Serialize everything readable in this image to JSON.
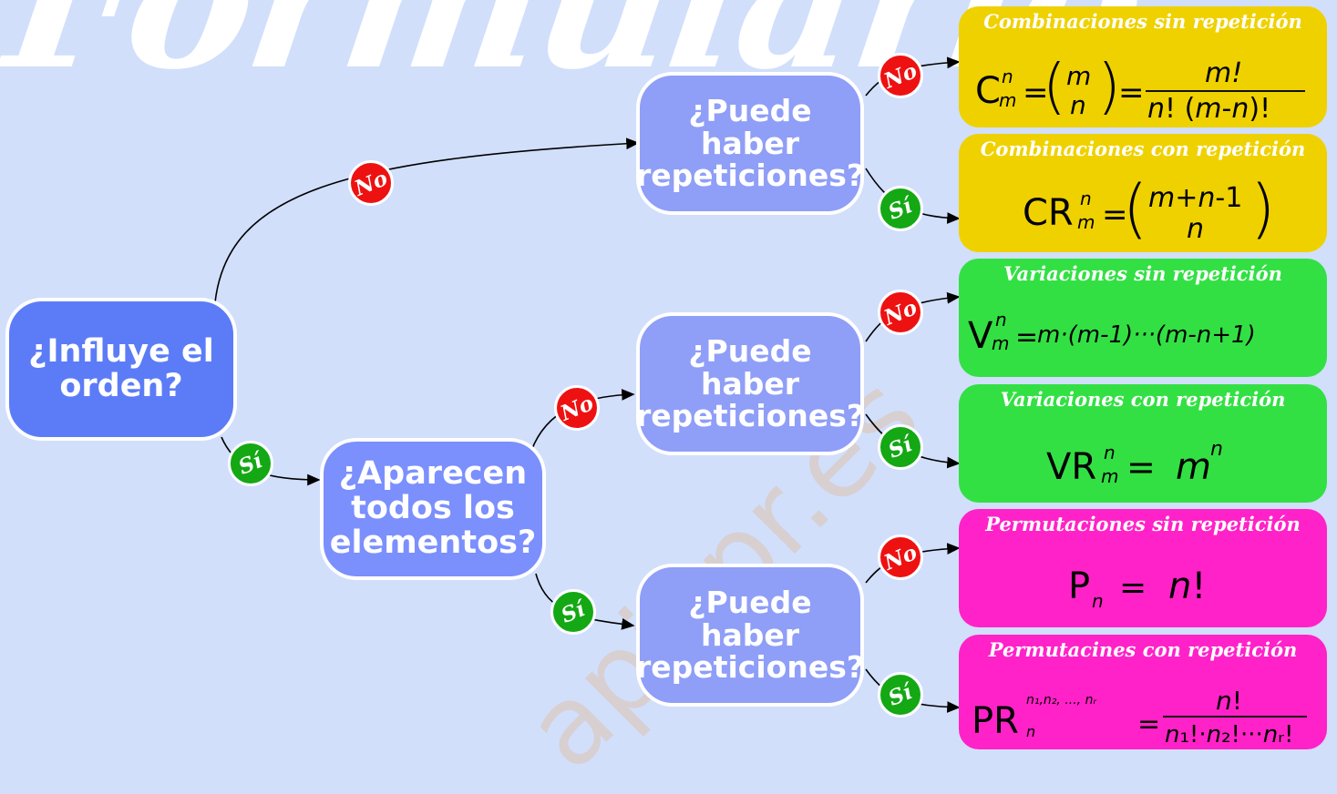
{
  "title": "Formulario",
  "watermark": "apiepr.es",
  "questions": {
    "root": "¿Influye el\norden?",
    "all_elements": "¿Aparecen\ntodos los\nelementos?",
    "repetitions_top": "¿Puede haber\nrepeticiones?",
    "repetitions_mid": "¿Puede haber\nrepeticiones?",
    "repetitions_bottom": "¿Puede haber\nrepeticiones?"
  },
  "badges": {
    "no": "No",
    "si": "Sí"
  },
  "results": [
    {
      "title": "Combinaciones sin repetición",
      "color": "#efd100"
    },
    {
      "title": "Combinaciones con repetición",
      "color": "#efd100"
    },
    {
      "title": "Variaciones sin repetición",
      "color": "#33e044"
    },
    {
      "title": "Variaciones con repetición",
      "color": "#33e044"
    },
    {
      "title": "Permutaciones sin repetición",
      "color": "#ff22c8"
    },
    {
      "title": "Permutacines con repetición",
      "color": "#ff22c8"
    }
  ],
  "colors": {
    "background": "#d1dffb",
    "root_box": "#5c7cf7",
    "question_box": "#8f9ef7",
    "no_badge": "#ee1111",
    "si_badge": "#14a814"
  }
}
